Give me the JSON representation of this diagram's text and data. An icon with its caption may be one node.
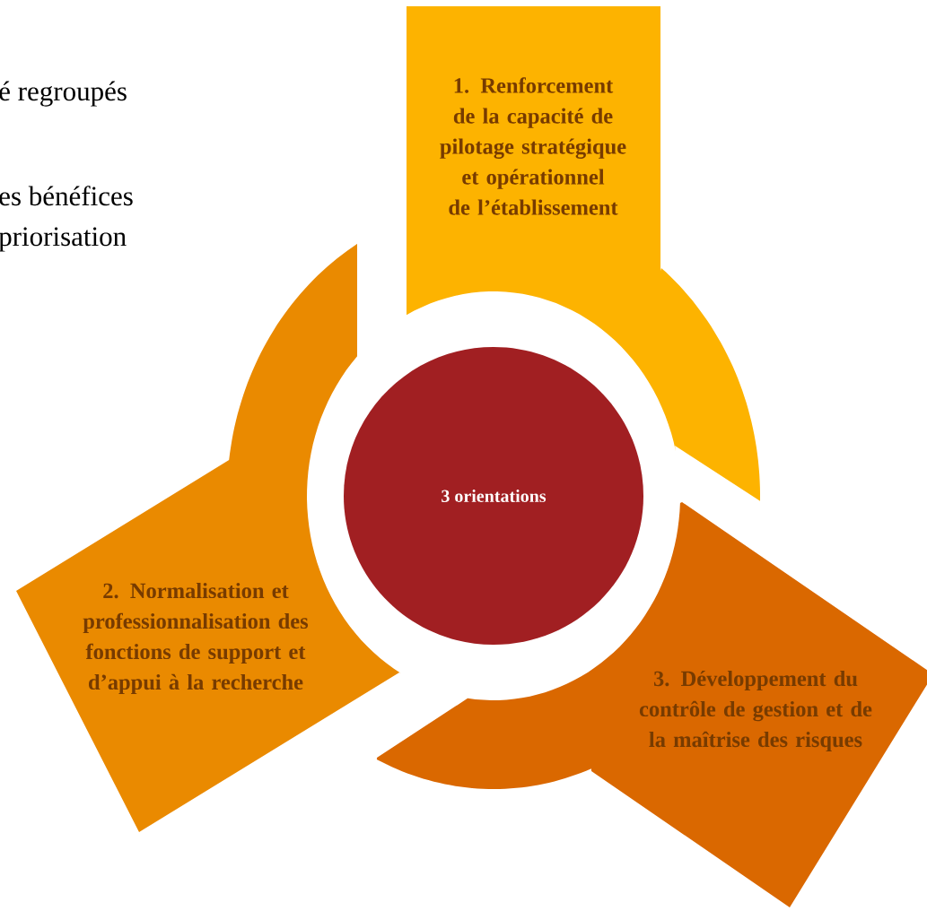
{
  "diagram": {
    "nodes": [
      {
        "text": [
          "3 orientations"
        ]
      },
      {
        "text": [
          "1. Renforcement de la capacité de pilotage stratégique et opérationnel de l’établissement"
        ]
      },
      {
        "text": [
          "2. Normalisation et professionnalisation des fonctions de support et d’appui à la recherche"
        ]
      },
      {
        "text": [
          "3. Développement du contrôle de gestion et de la maîtrise des risques"
        ]
      }
    ],
    "labels": [
      "é regroupés",
      "es bénéfices",
      "priorisation"
    ]
  }
}
